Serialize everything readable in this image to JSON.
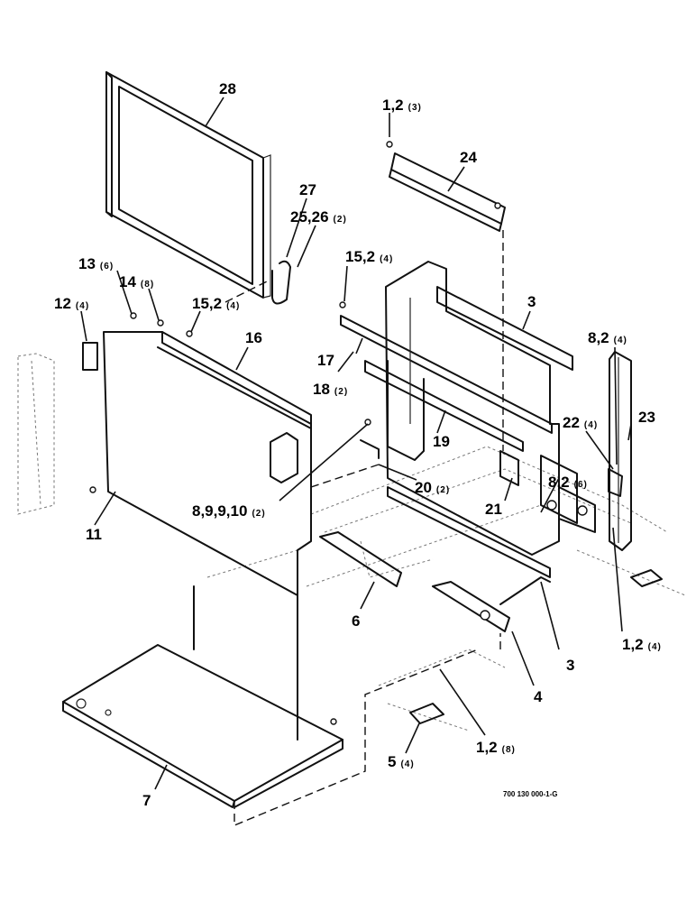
{
  "callouts": [
    {
      "id": "c28",
      "num": "28",
      "qty": ""
    },
    {
      "id": "c1_2_3",
      "num": "1,2",
      "qty": "(3)"
    },
    {
      "id": "c24",
      "num": "24",
      "qty": ""
    },
    {
      "id": "c27",
      "num": "27",
      "qty": ""
    },
    {
      "id": "c25_26",
      "num": "25,26",
      "qty": "(2)"
    },
    {
      "id": "c13",
      "num": "13",
      "qty": "(6)"
    },
    {
      "id": "c14",
      "num": "14",
      "qty": "(8)"
    },
    {
      "id": "c12",
      "num": "12",
      "qty": "(4)"
    },
    {
      "id": "c15_2_a",
      "num": "15,2",
      "qty": "(4)"
    },
    {
      "id": "c15_2_b",
      "num": "15,2",
      "qty": "(4)"
    },
    {
      "id": "c16",
      "num": "16",
      "qty": ""
    },
    {
      "id": "c3_top",
      "num": "3",
      "qty": ""
    },
    {
      "id": "c8_2_4",
      "num": "8,2",
      "qty": "(4)"
    },
    {
      "id": "c17",
      "num": "17",
      "qty": ""
    },
    {
      "id": "c18",
      "num": "18",
      "qty": "(2)"
    },
    {
      "id": "c23",
      "num": "23",
      "qty": ""
    },
    {
      "id": "c22",
      "num": "22",
      "qty": "(4)"
    },
    {
      "id": "c19",
      "num": "19",
      "qty": ""
    },
    {
      "id": "c8_2_6",
      "num": "8,2",
      "qty": "(6)"
    },
    {
      "id": "c20",
      "num": "20",
      "qty": "(2)"
    },
    {
      "id": "c21",
      "num": "21",
      "qty": ""
    },
    {
      "id": "c8_9_9_10",
      "num": "8,9,9,10",
      "qty": "(2)"
    },
    {
      "id": "c11",
      "num": "11",
      "qty": ""
    },
    {
      "id": "c6",
      "num": "6",
      "qty": ""
    },
    {
      "id": "c3_bot",
      "num": "3",
      "qty": ""
    },
    {
      "id": "c1_2_4",
      "num": "1,2",
      "qty": "(4)"
    },
    {
      "id": "c4",
      "num": "4",
      "qty": ""
    },
    {
      "id": "c1_2_8",
      "num": "1,2",
      "qty": "(8)"
    },
    {
      "id": "c5",
      "num": "5",
      "qty": "(4)"
    },
    {
      "id": "c7",
      "num": "7",
      "qty": ""
    }
  ],
  "drawing_number": "700 130 000-1-G"
}
